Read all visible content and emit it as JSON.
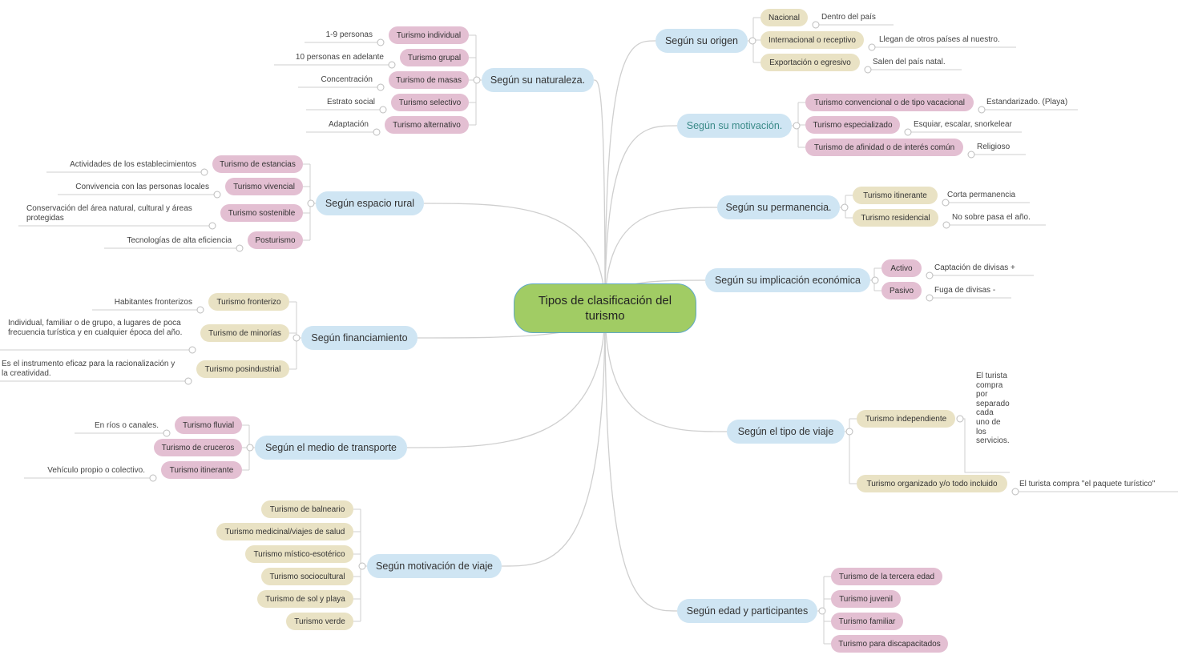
{
  "center": {
    "title": "Tipos de clasificación del turismo"
  },
  "colors": {
    "center": "#a1cc64",
    "main": "#cfe5f3",
    "pink": "#e3bfd2",
    "beige": "#e9e2c4",
    "lines": "#cfcfcf"
  },
  "left": [
    {
      "title": "Según su naturaleza.",
      "subs": [
        {
          "label": "Turismo individual",
          "color": "pink",
          "leaf": "1-9 personas"
        },
        {
          "label": "Turismo grupal",
          "color": "pink",
          "leaf": "10 personas en adelante"
        },
        {
          "label": "Turismo de masas",
          "color": "pink",
          "leaf": "Concentración"
        },
        {
          "label": "Turismo selectivo",
          "color": "pink",
          "leaf": "Estrato social"
        },
        {
          "label": "Turismo alternativo",
          "color": "pink",
          "leaf": "Adaptación"
        }
      ]
    },
    {
      "title": "Según espacio rural",
      "subs": [
        {
          "label": "Turismo de estancias",
          "color": "pink",
          "leaf": "Actividades de los establecimientos"
        },
        {
          "label": "Turismo vivencial",
          "color": "pink",
          "leaf": "Convivencia con las personas locales"
        },
        {
          "label": "Turismo sostenible",
          "color": "pink",
          "leaf": "Conservación del área natural, cultural y áreas protegidas"
        },
        {
          "label": "Posturismo",
          "color": "pink",
          "leaf": "Tecnologías de alta eficiencia"
        }
      ]
    },
    {
      "title": "Según financiamiento",
      "subs": [
        {
          "label": "Turismo fronterizo",
          "color": "beige",
          "leaf": "Habitantes fronterizos"
        },
        {
          "label": "Turismo de minorías",
          "color": "beige",
          "leaf": "Individual, familiar o de grupo, a lugares de poca frecuencia turística y en cualquier época del año."
        },
        {
          "label": "Turismo posindustrial",
          "color": "beige",
          "leaf": "Es el instrumento eficaz para la racionalización y la creatividad."
        }
      ]
    },
    {
      "title": "Según el medio de transporte",
      "subs": [
        {
          "label": "Turismo fluvial",
          "color": "pink",
          "leaf": "En ríos o canales."
        },
        {
          "label": "Turismo de cruceros",
          "color": "pink",
          "leaf": ""
        },
        {
          "label": "Turismo itinerante",
          "color": "pink",
          "leaf": "Vehículo propio o colectivo."
        }
      ]
    },
    {
      "title": "Según motivación de viaje",
      "subs": [
        {
          "label": "Turismo de balneario",
          "color": "beige",
          "leaf": ""
        },
        {
          "label": "Turismo medicinal/viajes de salud",
          "color": "beige",
          "leaf": ""
        },
        {
          "label": "Turismo místico-esotérico",
          "color": "beige",
          "leaf": ""
        },
        {
          "label": "Turismo sociocultural",
          "color": "beige",
          "leaf": ""
        },
        {
          "label": "Turismo de sol y playa",
          "color": "beige",
          "leaf": ""
        },
        {
          "label": "Turismo verde",
          "color": "beige",
          "leaf": ""
        }
      ]
    }
  ],
  "right": [
    {
      "title": "Según su origen",
      "subs": [
        {
          "label": "Nacional",
          "color": "beige",
          "leaf": "Dentro del país"
        },
        {
          "label": "Internacional o receptivo",
          "color": "beige",
          "leaf": "Llegan de otros países al nuestro."
        },
        {
          "label": "Exportación o egresivo",
          "color": "beige",
          "leaf": "Salen del país natal."
        }
      ]
    },
    {
      "title": "Según su motivación.",
      "subs": [
        {
          "label": "Turismo convencional o de tipo vacacional",
          "color": "pink",
          "leaf": "Estandarizado. (Playa)"
        },
        {
          "label": "Turismo especializado",
          "color": "pink",
          "leaf": "Esquiar, escalar, snorkelear"
        },
        {
          "label": "Turismo de afinidad o de interés común",
          "color": "pink",
          "leaf": "Religioso"
        }
      ]
    },
    {
      "title": "Según su permanencia.",
      "subs": [
        {
          "label": "Turismo itinerante",
          "color": "beige",
          "leaf": "Corta permanencia"
        },
        {
          "label": "Turismo residencial",
          "color": "beige",
          "leaf": "No sobre pasa el año."
        }
      ]
    },
    {
      "title": "Según su implicación económica",
      "subs": [
        {
          "label": "Activo",
          "color": "pink",
          "leaf": "Captación de divisas +"
        },
        {
          "label": "Pasivo",
          "color": "pink",
          "leaf": "Fuga de divisas -"
        }
      ]
    },
    {
      "title": "Según el tipo de viaje",
      "subs": [
        {
          "label": "Turismo independiente",
          "color": "beige",
          "leaf": "El turista compra por separado cada uno de los servicios."
        },
        {
          "label": "Turismo organizado y/o todo incluido",
          "color": "beige",
          "leaf": "El turista compra \"el paquete turístico\""
        }
      ]
    },
    {
      "title": "Según edad y participantes",
      "subs": [
        {
          "label": "Turismo de la tercera edad",
          "color": "pink",
          "leaf": ""
        },
        {
          "label": "Turismo juvenil",
          "color": "pink",
          "leaf": ""
        },
        {
          "label": "Turismo familiar",
          "color": "pink",
          "leaf": ""
        },
        {
          "label": "Turismo para discapacitados",
          "color": "pink",
          "leaf": ""
        }
      ]
    }
  ]
}
